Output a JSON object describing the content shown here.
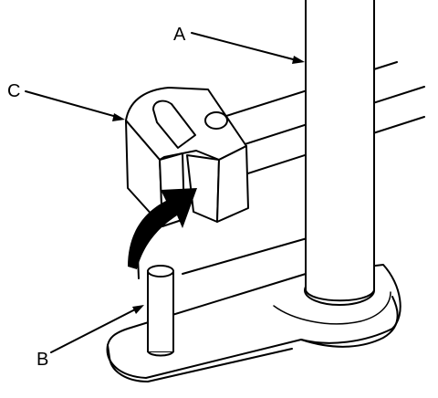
{
  "labels": {
    "a": "A",
    "b": "B",
    "c": "C"
  },
  "colors": {
    "line": "#000000",
    "background": "#ffffff",
    "arrow_fill": "#000000"
  }
}
